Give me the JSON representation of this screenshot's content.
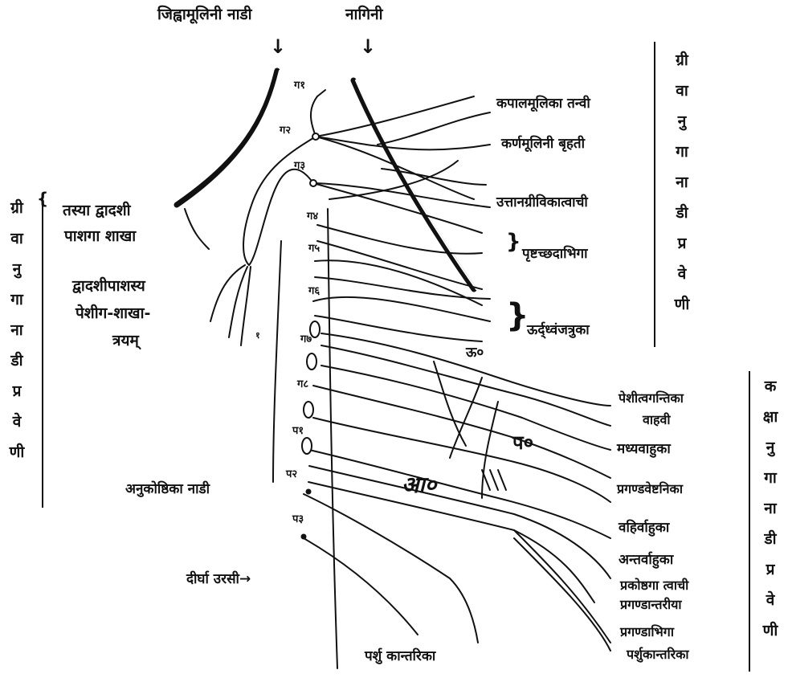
{
  "top_labels": {
    "hypoglossal": "जिह्वामूलिनी नाडी",
    "vagus": "नागिनी"
  },
  "segments": [
    "ग१",
    "ग२",
    "ग३",
    "ग४",
    "ग५",
    "ग६",
    "ग७",
    "ग८",
    "प१",
    "प२",
    "प३"
  ],
  "trunk_labels": {
    "upper": "ऊ०",
    "middle": "प०",
    "lower": "आ०"
  },
  "left_labels": {
    "branch1_l1": "तस्या द्वादशी",
    "branch1_l2": "पाशगा शाखा",
    "branch2_l1": "द्वादशीपाशस्य",
    "branch2_l2": "पेशीग-शाखा-",
    "branch2_l3": "त्रयम्",
    "mark": "१"
  },
  "right_labels": {
    "kapal": "कपालमूलिका तन्वी",
    "karna": "कर्णमूलिनी बृहती",
    "uttan": "उत्तानग्रीविकात्वाची",
    "prishtha": "पृष्टच्छदाभिगा",
    "urdhva": "ऊर्द्ध्वंजत्रुका",
    "peshi_l1": "पेशीत्वगन्तिका",
    "peshi_l2": "वाहवी",
    "madhya": "मध्यवाहुका",
    "prag_vesht": "प्रगण्डवेष्टनिका",
    "bahir": "वहिर्वाहुका",
    "antar": "अन्तर्वाहुका",
    "prakoshtha": "प्रकोष्ठगा त्वाची",
    "prag_antar": "प्रगण्डान्तरीया",
    "prag_abhi_l1": "प्रगण्डाभिगा",
    "prag_abhi_l2": "पर्शुकान्तरिका"
  },
  "bottom_labels": {
    "anu": "अनुकोष्ठिका नाडी",
    "dirgha": "दीर्घा उरसी→",
    "parshu": "पर्शु कान्तरिका"
  },
  "vertical_words": {
    "left": [
      "ग्री",
      "वा",
      "नु",
      "गा",
      "ना",
      "डी",
      "प्र",
      "वे",
      "णी"
    ],
    "right_top": [
      "ग्री",
      "वा",
      "नु",
      "गा",
      "ना",
      "डी",
      "प्र",
      "वे",
      "णी"
    ],
    "right_bottom": [
      "क",
      "क्षा",
      "नु",
      "गा",
      "ना",
      "डी",
      "प्र",
      "वे",
      "णी"
    ]
  },
  "arrows": {
    "down": "↓"
  }
}
